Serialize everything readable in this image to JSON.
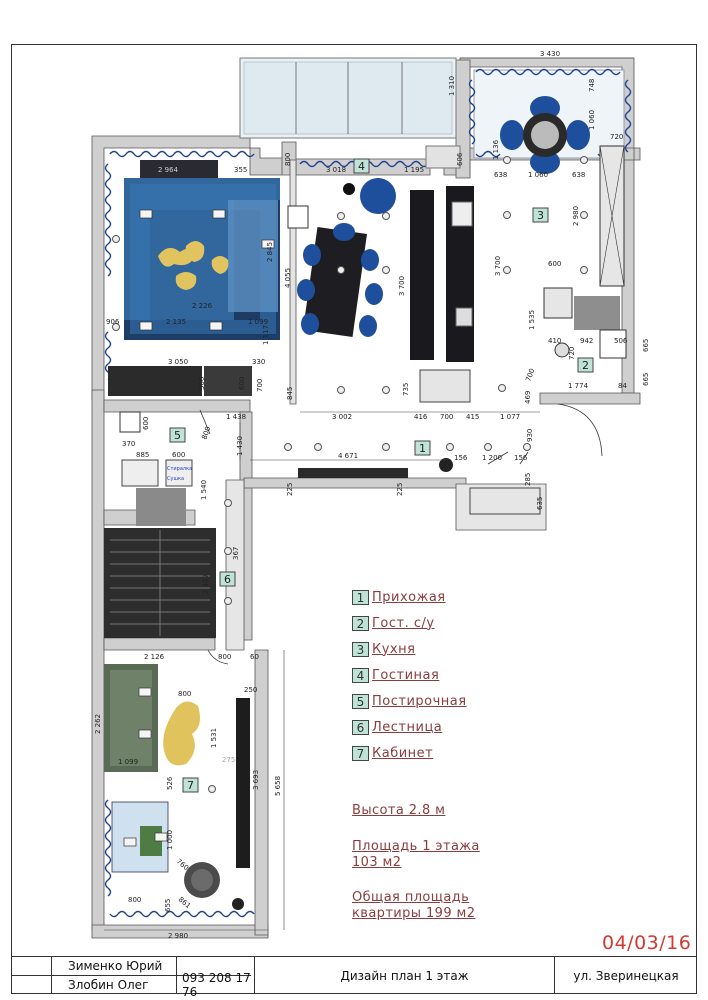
{
  "rooms": [
    {
      "num": "1",
      "label": "Прихожая"
    },
    {
      "num": "2",
      "label": "Гост. с/у"
    },
    {
      "num": "3",
      "label": "Кухня"
    },
    {
      "num": "4",
      "label": "Гостиная"
    },
    {
      "num": "5",
      "label": "Постирочная"
    },
    {
      "num": "6",
      "label": "Лестница"
    },
    {
      "num": "7",
      "label": "Кабинет"
    }
  ],
  "notes": {
    "height": "Высота 2.8 м",
    "area1_line1": "Площадь 1 этажа",
    "area1_line2": "103 м2",
    "total_line1": "Общая площадь",
    "total_line2": "квартиры 199 м2"
  },
  "date": "04/03/16",
  "title_block": {
    "designer1": "Зименко Юрий",
    "designer2": "Злобин Олег",
    "phone": "093 208 17 76",
    "title": "Дизайн план 1 этаж",
    "address": "ул. Зверинецкая"
  },
  "plan_labels": {
    "laundry_sign1": "Стиралка",
    "laundry_sign2": "Сушка"
  },
  "dimensions": {
    "d3430": "3 430",
    "d1310": "1 310",
    "d748": "748",
    "d1060a": "1 060",
    "d720": "720",
    "d2964": "2 964",
    "d355": "355",
    "d3018": "3 018",
    "d1195": "1 195",
    "d606": "606",
    "d1136": "1 136",
    "d638a": "638",
    "d1060b": "1 060",
    "d638b": "638",
    "d2980a": "2 980",
    "d3700a": "3 700",
    "d3700b": "3 700",
    "d4055": "4 055",
    "d2845": "2 845",
    "d600a": "600",
    "d1535": "1 535",
    "d942": "942",
    "d506": "506",
    "d665a": "665",
    "d665b": "665",
    "d410": "410",
    "d720b": "720",
    "d1774": "1 774",
    "d84": "84",
    "d2226": "2 226",
    "d2135": "2 135",
    "d1099a": "1 099",
    "d906": "906",
    "d1117": "1 117",
    "d3050": "3 050",
    "d330": "330",
    "d700a": "700",
    "d500": "500",
    "d600b": "600",
    "d845": "845",
    "d735": "735",
    "d1438": "1 438",
    "d3002": "3 002",
    "d416": "416",
    "d700b": "700",
    "d415": "415",
    "d1077": "1 077",
    "d469": "469",
    "d700c": "700",
    "d930": "930",
    "d370": "370",
    "d600c": "600",
    "d800a": "800",
    "d1430": "1 430",
    "d885": "885",
    "d600d": "600",
    "d4671": "4 671",
    "d156a": "156",
    "d1200": "1 200",
    "d156b": "156",
    "d285": "285",
    "d635": "635",
    "d225a": "225",
    "d225b": "225",
    "d1540": "1 540",
    "d367": "367",
    "d2407": "2 407",
    "d2126": "2 126",
    "d800b": "800",
    "d60": "60",
    "d800c": "800",
    "d250": "250",
    "d2262": "2 262",
    "d1531": "1 531",
    "d1099b": "1 099",
    "d275": "275",
    "d526": "526",
    "d3693": "3 693",
    "d5658": "5 658",
    "d1000": "1 000",
    "d760": "760",
    "d800d": "800",
    "d655": "655",
    "d861": "861",
    "d2980b": "2 980"
  }
}
